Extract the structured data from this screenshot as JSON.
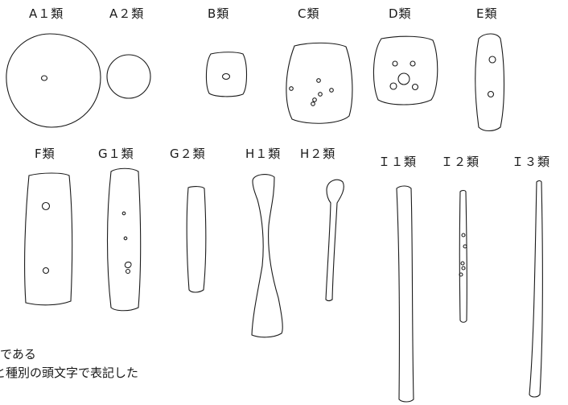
{
  "labels": {
    "a1": "A１類",
    "a2": "A２類",
    "b": "B類",
    "c": "C類",
    "d": "D類",
    "e": "E類",
    "f": "F類",
    "g1": "G１類",
    "g2": "G２類",
    "h1": "H１類",
    "h2": "H２類",
    "i1": "Ｉ１類",
    "i2": "Ｉ２類",
    "i3": "Ｉ３類"
  },
  "notes": {
    "line1": "である",
    "line2": "と種別の頭文字で表記した"
  }
}
